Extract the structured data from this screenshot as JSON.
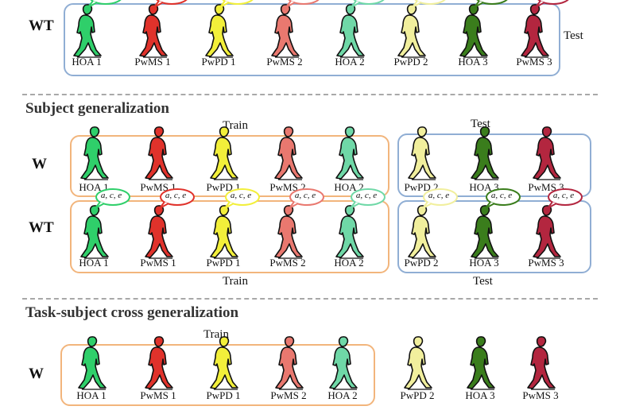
{
  "labels": {
    "wt": "WT",
    "w": "W",
    "test": "Test",
    "train": "Train",
    "subject_generalization": "Subject generalization",
    "task_subject_cross": "Task-subject cross generalization",
    "speech": "a, c, e"
  },
  "colors": {
    "HOA 1": "#2fcf6a",
    "PwMS 1": "#e0322b",
    "PwPD 1": "#f2ef3a",
    "PwMS 2": "#e9786f",
    "HOA 2": "#6fd8a7",
    "PwPD 2": "#f1ef9d",
    "HOA 3": "#3a7d1c",
    "PwMS 3": "#b3263f"
  },
  "rows": {
    "top": [
      "HOA 1",
      "PwMS 1",
      "PwPD 1",
      "PwMS 2",
      "HOA 2",
      "PwPD 2",
      "HOA 3",
      "PwMS 3"
    ],
    "subj_w": [
      "HOA 1",
      "PwMS 1",
      "PwPD 1",
      "PwMS 2",
      "HOA 2",
      "PwPD 2",
      "HOA 3",
      "PwMS 3"
    ],
    "subj_wt": [
      "HOA 1",
      "PwMS 1",
      "PwPD 1",
      "PwMS 2",
      "HOA 2",
      "PwPD 2",
      "HOA 3",
      "PwMS 3"
    ],
    "cross_w": [
      "HOA 1",
      "PwMS 1",
      "PwPD 1",
      "PwMS 2",
      "HOA 2",
      "PwPD 2",
      "HOA 3",
      "PwMS 3"
    ]
  }
}
